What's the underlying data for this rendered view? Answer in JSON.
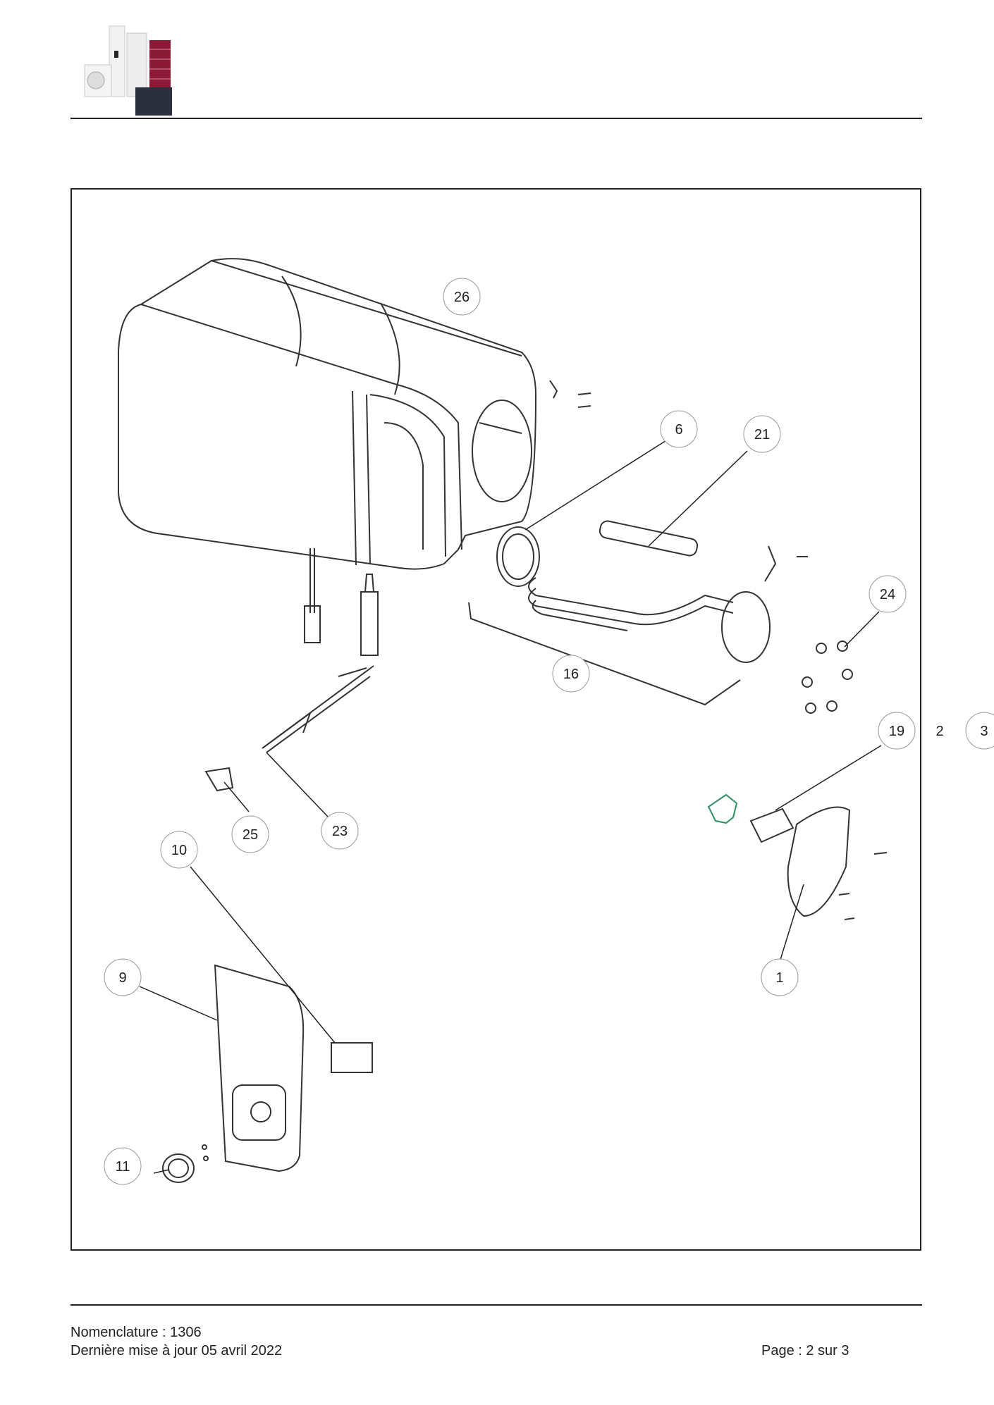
{
  "footer": {
    "reference": "Nomenclature : 1306",
    "updated": "Dernière mise à jour 05 avril 2022",
    "page": "Page : 2 sur 3"
  },
  "callouts": [
    "26",
    "6",
    "21",
    "24",
    "16",
    "19",
    "2",
    "3",
    "25",
    "23",
    "10",
    "9",
    "1",
    "11"
  ],
  "logo": {
    "icon": "heating-products-logo-icon",
    "accent": "#8a1a35",
    "dark": "#2b2f3e"
  }
}
